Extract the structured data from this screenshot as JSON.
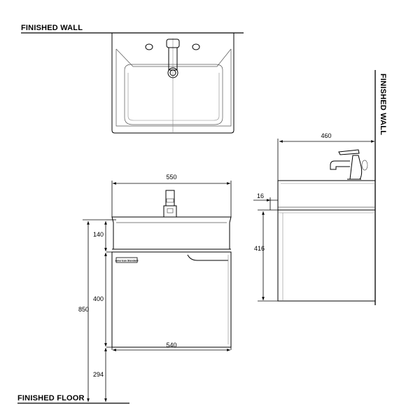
{
  "labels": {
    "finished_wall_top": "FINISHED WALL",
    "finished_wall_side": "FINISHED WALL",
    "finished_floor": "FINISHED FLOOR",
    "brand_badge": "American Standard"
  },
  "dimensions": {
    "basin_width": "550",
    "cabinet_width": "540",
    "side_depth": "460",
    "top_thickness": "16",
    "cabinet_side_height": "416",
    "basin_height": "140",
    "drawer_height": "400",
    "overall_height": "850",
    "floor_clearance": "294"
  }
}
